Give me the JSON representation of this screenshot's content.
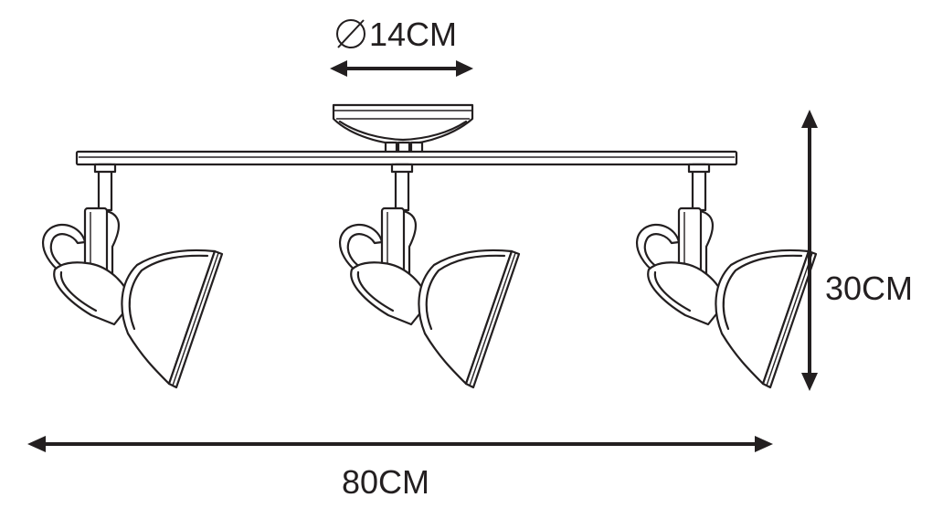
{
  "dimensions": {
    "diameter": "14CM",
    "height": "30CM",
    "width": "80CM"
  },
  "colors": {
    "line": "#231f20",
    "background": "#ffffff"
  },
  "icons": {
    "diameter_symbol": "diameter-symbol"
  }
}
